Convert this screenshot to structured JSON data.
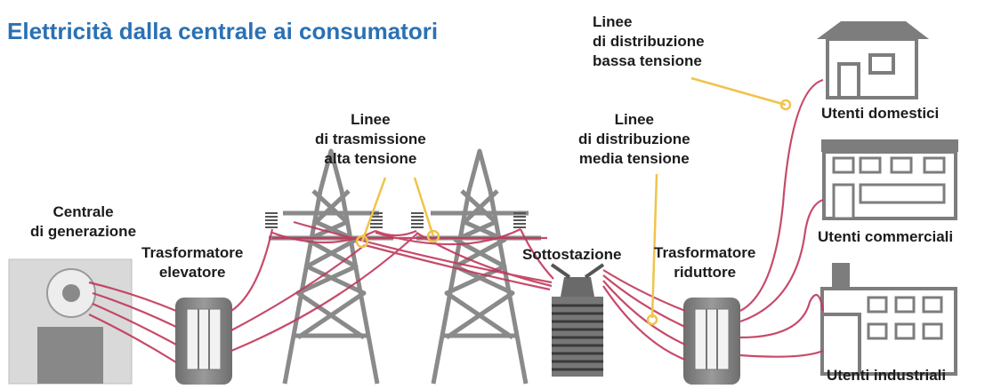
{
  "title": "Elettricità dalla centrale ai consumatori",
  "labels": {
    "generation": [
      "Centrale",
      "di generazione"
    ],
    "step_up": [
      "Trasformatore",
      "elevatore"
    ],
    "transmission": [
      "Linee",
      "di trasmissione",
      "alta tensione"
    ],
    "medium_distribution": [
      "Linee",
      "di distribuzione",
      "media tensione"
    ],
    "low_distribution": [
      "Linee",
      "di distribuzione",
      "bassa tensione"
    ],
    "substation": "Sottostazione",
    "step_down": [
      "Trasformatore",
      "riduttore"
    ],
    "domestic": "Utenti domestici",
    "commercial": "Utenti commerciali",
    "industrial": "Utenti industriali"
  },
  "colors": {
    "title": "#2a71b4",
    "wire": "#c0385a",
    "callout": "#f0c34a",
    "equipment": "#8a8a8a",
    "equipment_light": "#d6d6d6"
  }
}
